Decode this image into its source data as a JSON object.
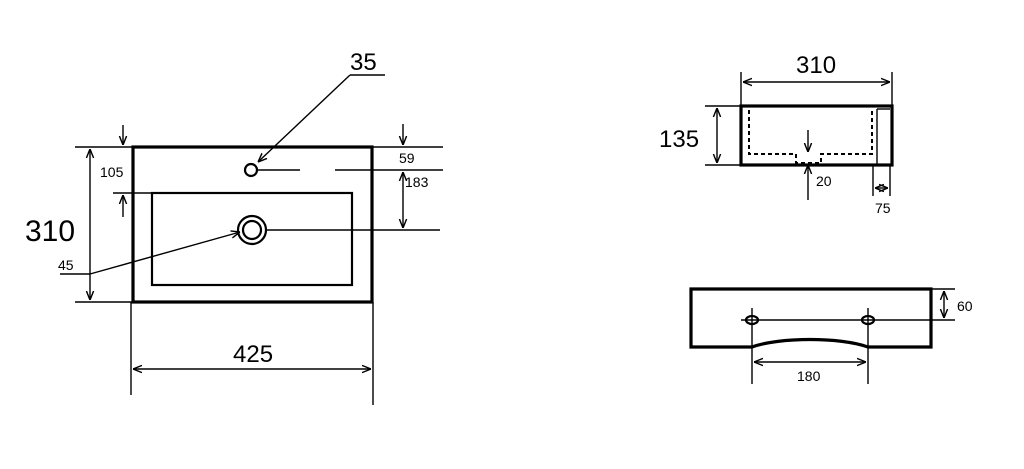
{
  "top_view": {
    "overall_width": "425",
    "overall_depth": "310",
    "tap_hole_diameter": "35",
    "waste_diameter": "45",
    "rim_to_bowl": "105",
    "rim_to_tap": "59",
    "tap_to_waste": "183"
  },
  "side_view": {
    "width": "310",
    "height": "135",
    "waste_depth": "20",
    "rim_thickness": "75"
  },
  "front_view": {
    "fixing_height": "60",
    "fixing_spacing": "180"
  }
}
